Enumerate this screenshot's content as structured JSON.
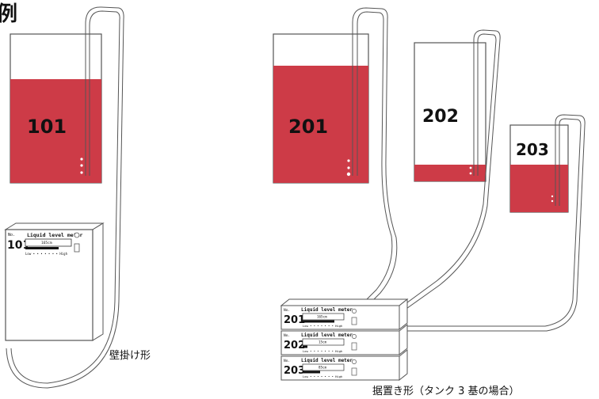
{
  "header_char": "例",
  "tanks": [
    {
      "id": "101",
      "fill": 0.7
    },
    {
      "id": "201",
      "fill": 0.8
    },
    {
      "id": "202",
      "fill": 0.15
    },
    {
      "id": "203",
      "fill": 0.45
    }
  ],
  "meter": {
    "no_label": "No.",
    "title": "Liquid level meter",
    "scale_label": "Low • • • • • • • High",
    "readings": {
      "101": "165cm",
      "201": "165cm",
      "202": "15cm",
      "203": "85cm"
    }
  },
  "captions": {
    "wall": "壁掛け形",
    "stand": "据置き形（タンク 3 基の場合）"
  },
  "colors": {
    "liquid": "#cd3b47",
    "outline": "#444444"
  }
}
